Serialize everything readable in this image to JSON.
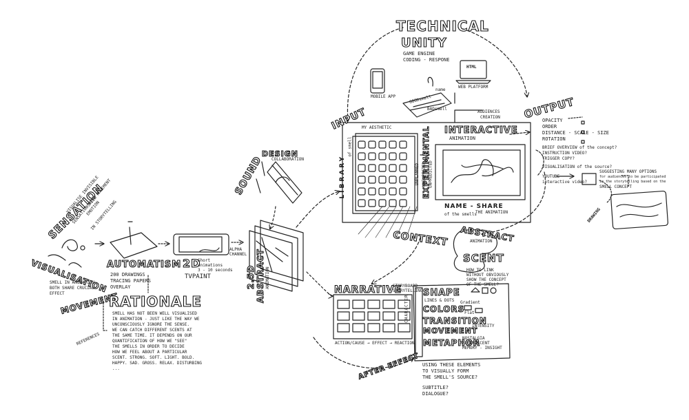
{
  "technical": {
    "title_1": "TECHNICAL",
    "title_2": "UNITY",
    "sub_1": "GAME ENGINE",
    "sub_2": "CODING - RESPONE",
    "mobile": "MOBILE APP",
    "web": "WEB PLATFORM",
    "html": "HTML",
    "goodsmell": "GOODsmell",
    "badsmell": "BADsmell",
    "name": "name"
  },
  "output": {
    "title": "OUTPUT",
    "audiences": "AUDIENCES",
    "creation": "CREATION",
    "items": [
      "OPACITY",
      "ORDER",
      "DISTANCE - SCALE - SIZE",
      "ROTATION"
    ],
    "q1a": "BRIEF OVERVIEW of the concept?",
    "q1b": "INSTRUCTION VIDEO?",
    "q1c": "TRIGGER COPY?",
    "q2": "VISUALISATION of the source?",
    "q3a": "YOUTUBE",
    "q3b": "interactive video?",
    "suggest": [
      "SUGGESTING MANY OPTIONS",
      "for audiences to be participated",
      "in the storytelling based on the",
      "SMELL CONCEPT"
    ],
    "drawing_label": "DRAWING"
  },
  "input": {
    "title": "INPUT",
    "aesthetic": "MY AESTHETIC",
    "library": "LIBRARY",
    "of_smell": "of smell",
    "experimental": "EXPERIMENTAL",
    "unplanned": [
      "UNPLANNED",
      "UNEXPECTED",
      "UNPREDICTED"
    ],
    "interactive": "INTERACTIVE",
    "animation": "ANIMATION",
    "name_share": "NAME - SHARE",
    "of_smells": "of the smells",
    "the_animation": "THE ANIMATION",
    "context": "CONTEXT"
  },
  "sound": {
    "title": "SOUND",
    "design": "DESIGN",
    "collab": "COLLABORATION"
  },
  "abstract_left": {
    "title": "2.5D",
    "sub": "ABSTRACT",
    "tag": "ANIMATION"
  },
  "sensation": {
    "title": "SENSATION",
    "lines": [
      "VISUALISE INVISIBLE",
      "SENSATION WITH MOVEMENT",
      "SPEED",
      "EMOTION",
      "IN STORYTELLING"
    ],
    "visualisation": "VISUALISATION",
    "movement": "MOVEMENT",
    "smell_in": "SMELL IN ANIMATION",
    "both_share": "BOTH SHARE CRUCIAL",
    "effect": "EFFECT"
  },
  "automatism": {
    "title": "AUTOMATISM",
    "lines": [
      "200 DRAWINGS",
      "TRACING PAPERS",
      "OVERLAY"
    ]
  },
  "tvpaint": {
    "title": "2D",
    "note": [
      "Short",
      "animations",
      "3 - 10 seconds"
    ],
    "app": "TVPAINT",
    "alpha": [
      "ALPHA",
      "CHANNEL"
    ]
  },
  "rationale": {
    "title": "RATIONALE",
    "references": "REFERENCES",
    "lines": [
      "SMELL HAS NOT BEEN WELL VISUALISED",
      "IN ANIMATION - JUST LIKE THE WAY WE",
      "UNCONSCIOUSLY IGNORE THE SENSE.",
      "WE CAN CATCH DIFFERENT SCENTS AT",
      "THE SAME TIME. IT DEPENDS ON OUR",
      "QUANTIFICATION OF HOW WE \"SEE\"",
      "THE SMELLS IN ORDER TO DECIDE",
      "HOW WE FEEL ABOUT A PARTICULAR",
      "SCENT. STRONG. SOFT. LIGHT. BOLD.",
      "HAPPY. SAD. GROSS. RELAX. DISTURBING",
      "..."
    ]
  },
  "abstract_right": {
    "title": "ABSTRACT",
    "tag": "ANIMATION",
    "scent": "SCENT",
    "question": [
      "HOW TO LINK",
      "WITHOUT OBVIOUSLY",
      "SHOW THE CONCEPT",
      "OF THE SMELL?"
    ]
  },
  "narrative": {
    "title": "NARRATIVE",
    "sub_1": "STORYBOARD",
    "sub_2": "STORYTELLING",
    "flow": "ACTION/CAUSE → EFFECT → REACTION",
    "character": "CHARACTER",
    "after_effect": "AFTER EFFECT"
  },
  "elements": {
    "shape": "SHAPE",
    "lines_dots": "LINES & DOTS",
    "colors": "COLORS",
    "gradient": "Gradient",
    "flat": "Flat",
    "transition": "TRANSITION",
    "movement": "MOVEMENT",
    "intensity": "INTENSITY",
    "metaphor": "METAPHOR",
    "meta_notes": [
      "NOSTALGIA",
      "REMINISCENT",
      "MEMORY - INSIGHT"
    ],
    "using": [
      "USING THESE ELEMENTS",
      "TO VISUALLY FORM",
      "THE SMELL'S SOURCE?"
    ],
    "subtitle": "SUBTITLE?",
    "dialogue": "DIALOGUE?"
  }
}
